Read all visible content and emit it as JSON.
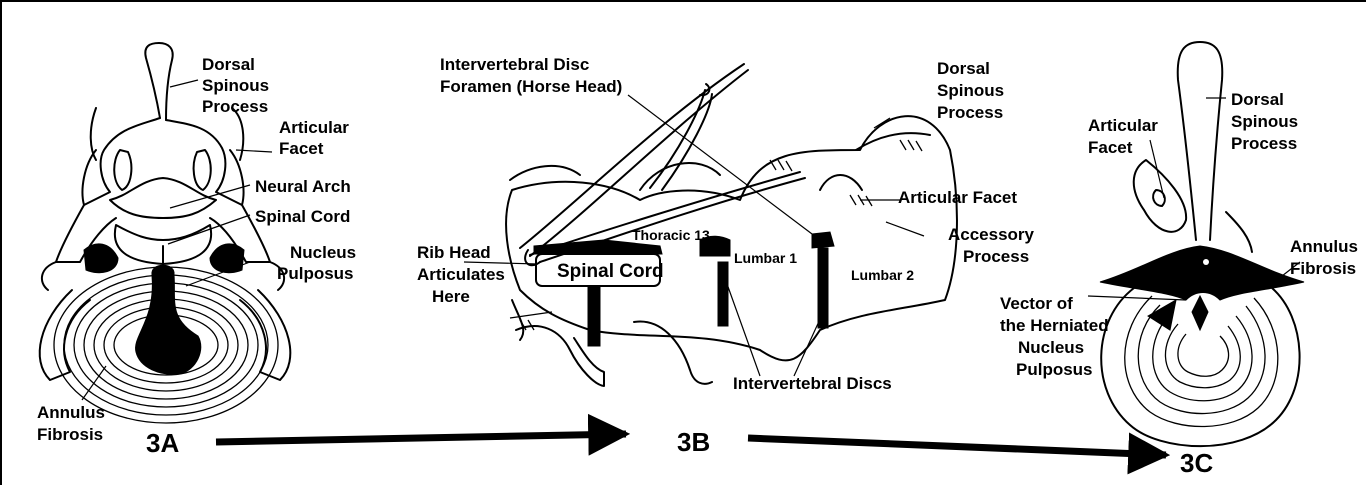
{
  "figures": {
    "a": {
      "caption": "3A",
      "labels": {
        "dorsal": [
          "Dorsal",
          "Spinous",
          "Process"
        ],
        "facet": [
          "Articular",
          "Facet"
        ],
        "arch": "Neural Arch",
        "cord": "Spinal Cord",
        "nucleus": [
          "Nucleus",
          "Pulposus"
        ],
        "annulus": [
          "Annulus",
          "Fibrosis"
        ]
      }
    },
    "b": {
      "caption": "3B",
      "labels": {
        "foramen": [
          "Intervertebral Disc",
          "Foramen (Horse Head)"
        ],
        "dorsal": [
          "Dorsal",
          "Spinous",
          "Process"
        ],
        "facet": "Articular Facet",
        "accessory": [
          "Accessory",
          "Process"
        ],
        "rib": [
          "Rib Head",
          "Articulates",
          "Here"
        ],
        "thoracic": "Thoracic 13",
        "cord": "Spinal Cord",
        "lumbar1": "Lumbar 1",
        "lumbar2": "Lumbar 2",
        "discs": "Intervertebral Discs"
      }
    },
    "c": {
      "caption": "3C",
      "labels": {
        "facet": [
          "Articular",
          "Facet"
        ],
        "dorsal": [
          "Dorsal",
          "Spinous",
          "Process"
        ],
        "annulus": [
          "Annulus",
          "Fibrosis"
        ],
        "vector": [
          "Vector of",
          "the Herniated",
          "Nucleus",
          "Pulposus"
        ]
      }
    }
  }
}
